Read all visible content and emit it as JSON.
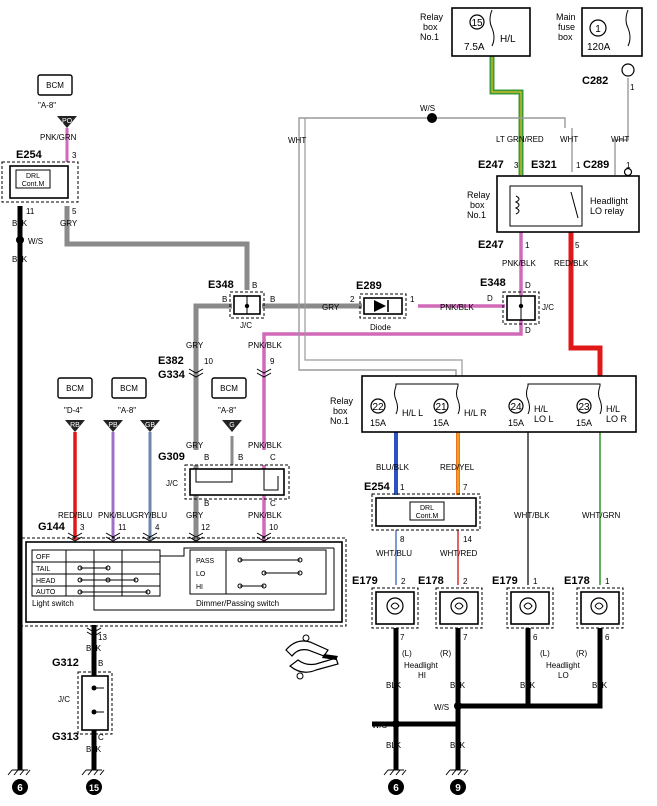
{
  "relay_box_top": {
    "label_line1": "Relay",
    "label_line2": "box",
    "label_line3": "No.1",
    "fuse_num": "15",
    "fuse_amp": "7.5A",
    "fuse_name": "H/L"
  },
  "main_fuse_box": {
    "label_line1": "Main",
    "label_line2": "fuse",
    "label_line3": "box",
    "fuse_num": "1",
    "fuse_amp": "120A",
    "connector": "C282",
    "pin": "1"
  },
  "bcm_labels": {
    "bcm": "BCM",
    "ref_a8": "\"A-8\"",
    "ref_d4": "\"D-4\"",
    "pin_po": "PO",
    "pin_rb": "RB",
    "pin_pb": "PB",
    "pin_gb": "GB",
    "pin_g": "G"
  },
  "drl_top": {
    "connector": "E254",
    "name_line1": "DRL",
    "name_line2": "Cont.M",
    "pin_in": "3",
    "pin_blk": "11",
    "pin_gry": "5",
    "wire_in": "PNK/GRN",
    "wire_blk": "BLK",
    "wire_gry": "GRY",
    "ws": "W/S"
  },
  "relay_lo": {
    "conn_e247": "E247",
    "conn_e321": "E321",
    "conn_c289": "C289",
    "pin_3": "3",
    "pin_1a": "1",
    "pin_1b": "1",
    "pin_1c": "1",
    "pin_5": "5",
    "label_line1": "Relay",
    "label_line2": "box",
    "label_line3": "No.1",
    "name_line1": "Headlight",
    "name_line2": "LO relay",
    "wire_ltgrn": "LT GRN/RED",
    "wire_wht": "WHT",
    "wire_pnkblk": "PNK/BLK",
    "wire_redblk": "RED/BLK",
    "ws": "W/S"
  },
  "jc_e348": {
    "connector": "E348",
    "pin_b": "B",
    "pin_d": "D",
    "label": "J/C",
    "wire_gry": "GRY",
    "wire_pnkblk": "PNK/BLK"
  },
  "diode": {
    "connector": "E289",
    "pin_2": "2",
    "pin_1": "1",
    "label": "Diode"
  },
  "connectors_mid": {
    "e382": "E382",
    "g334": "G334",
    "pin_10": "10",
    "pin_9": "9",
    "wire_gry": "GRY",
    "wire_pnkblk": "PNK/BLK"
  },
  "jc_g309": {
    "connector": "G309",
    "pin_b": "B",
    "pin_c": "C",
    "label": "J/C",
    "wire_gry": "GRY",
    "wire_pnkblk": "PNK/BLK"
  },
  "g144": {
    "connector": "G144",
    "pin_3": "3",
    "pin_11": "11",
    "pin_4": "4",
    "pin_12": "12",
    "pin_10": "10",
    "pin_13": "13",
    "wire_redblu": "RED/BLU",
    "wire_pnkblu": "PNK/BLU",
    "wire_gryblu": "GRY/BLU",
    "wire_gry": "GRY",
    "wire_pnkblk": "PNK/BLK",
    "wire_blk": "BLK"
  },
  "light_switch": {
    "off": "OFF",
    "tail": "TAIL",
    "head": "HEAD",
    "auto": "AUTO",
    "label": "Light switch"
  },
  "dimmer_switch": {
    "pass": "PASS",
    "lo": "LO",
    "hi": "HI",
    "label": "Dimmer/Passing switch"
  },
  "g312": {
    "connector": "G312",
    "pin_b": "B",
    "label": "J/C",
    "wire_blk": "BLK"
  },
  "g313": {
    "connector": "G313",
    "pin_c": "C",
    "wire_blk": "BLK"
  },
  "relay_fuses": {
    "label_line1": "Relay",
    "label_line2": "box",
    "label_line3": "No.1",
    "f22_num": "22",
    "f22_amp": "15A",
    "f22_name": "H/L L",
    "f21_num": "21",
    "f21_amp": "15A",
    "f21_name": "H/L R",
    "f24_num": "24",
    "f24_amp": "15A",
    "f24_name_line1": "H/L",
    "f24_name_line2": "LO L",
    "f23_num": "23",
    "f23_amp": "15A",
    "f23_name_line1": "H/L",
    "f23_name_line2": "LO R"
  },
  "drl_bottom": {
    "connector": "E254",
    "pin_1": "1",
    "pin_7": "7",
    "pin_8": "8",
    "pin_14": "14",
    "name_line1": "DRL",
    "name_line2": "Cont.M",
    "wire_blublk": "BLU/BLK",
    "wire_redyel": "RED/YEL",
    "wire_whtblu": "WHT/BLU",
    "wire_whtred": "WHT/RED",
    "wire_whtblk": "WHT/BLK",
    "wire_whtgrn": "WHT/GRN"
  },
  "headlights": {
    "e179": "E179",
    "e178": "E178",
    "pin_2": "2",
    "pin_1": "1",
    "pin_7": "7",
    "pin_6": "6",
    "l": "(L)",
    "r": "(R)",
    "hi_line1": "Headlight",
    "hi_line2": "HI",
    "lo_line1": "Headlight",
    "lo_line2": "LO",
    "wire_blk": "BLK",
    "ws": "W/S"
  },
  "grounds": {
    "g6": "6",
    "g15": "15",
    "g9": "9"
  },
  "colors": {
    "gry": "#8a8a8a",
    "pnk": "#d06ab8",
    "red": "#e01818",
    "blue": "#2a52c0",
    "orange": "#f07020",
    "green": "#3a9a3a",
    "blk": "#000000",
    "wht": "#bdbdbd"
  }
}
